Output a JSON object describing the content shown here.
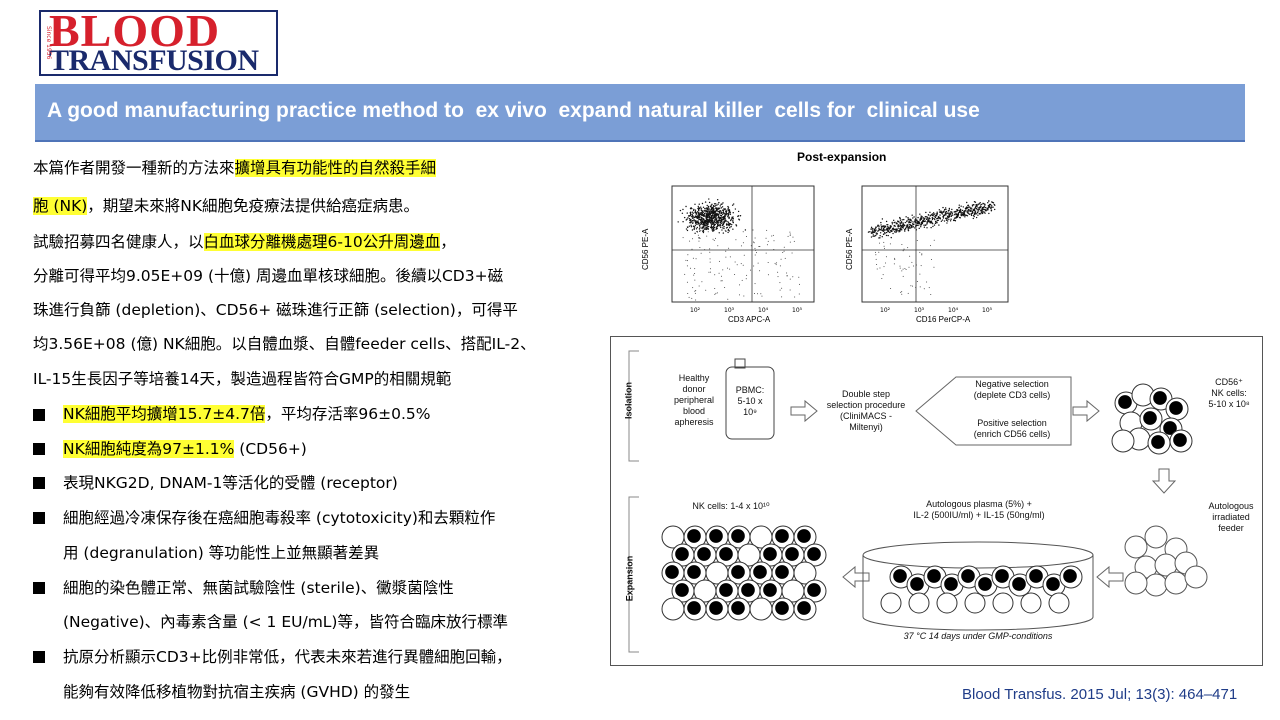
{
  "logo": {
    "line1": "BLOOD",
    "line2": "TRANSFUSION",
    "since": "Since 1956"
  },
  "banner": {
    "title": "A good manufacturing practice method to  ex vivo  expand natural killer  cells for  clinical use"
  },
  "paragraphs": [
    {
      "pre": "      本篇作者開發一種新的方法來",
      "hl": "擴增具有功能性的自然殺手細",
      "post": ""
    },
    {
      "pre": "",
      "hl": "胞 (NK)",
      "post": "，期望未來將NK細胞免疫療法提供給癌症病患。"
    },
    {
      "pre": "      試驗招募四名健康人，以",
      "hl": "白血球分離機處理6-10公升周邊血",
      "post": "，"
    },
    {
      "pre": "分離可得平均9.05E+09 (十億) 周邊血單核球細胞。後續以CD3+磁",
      "hl": "",
      "post": ""
    },
    {
      "pre": "珠進行負篩 (depletion)、CD56+ 磁珠進行正篩 (selection)，可得平",
      "hl": "",
      "post": ""
    },
    {
      "pre": "均3.56E+08 (億) NK細胞。以自體血漿、自體feeder cells、搭配IL-2、",
      "hl": "",
      "post": ""
    },
    {
      "pre": "IL-15生長因子等培養14天，製造過程皆符合GMP的相關規範",
      "hl": "",
      "post": ""
    }
  ],
  "bullets": [
    {
      "hl": "NK細胞平均擴增15.7±4.7倍",
      "post": "，平均存活率96±0.5%"
    },
    {
      "hl": "NK細胞純度為97±1.1%",
      "post": " (CD56+)"
    },
    {
      "hl": "",
      "post": "表現NKG2D, DNAM-1等活化的受體 (receptor)"
    },
    {
      "hl": "",
      "post": "細胞經過冷凍保存後在癌細胞毒殺率 (cytotoxicity)和去顆粒作",
      "cont": "用 (degranulation) 等功能性上並無顯著差異"
    },
    {
      "hl": "",
      "post": "細胞的染色體正常、無菌試驗陰性 (sterile)、黴漿菌陰性",
      "cont": "(Negative)、內毒素含量 (< 1 EU/mL)等，皆符合臨床放行標準"
    },
    {
      "hl": "",
      "post": "抗原分析顯示CD3+比例非常低，代表未來若進行異體細胞回輸，",
      "cont": "能夠有效降低移植物對抗宿主疾病 (GVHD) 的發生"
    }
  ],
  "figure": {
    "title": "Post-expansion",
    "plot1": {
      "ylabel": "CD56 PE-A",
      "xlabel": "CD3 APC-A"
    },
    "plot2": {
      "ylabel": "CD56 PE-A",
      "xlabel": "CD16 PerCP-A"
    },
    "tick_labels": [
      "10²",
      "10³",
      "10⁴",
      "10⁵"
    ]
  },
  "diagram": {
    "isolation": "Isolation",
    "expansion": "Expansion",
    "donor": [
      "Healthy",
      "donor",
      "peripheral",
      "blood",
      "apheresis"
    ],
    "pbmc": [
      "PBMC:",
      "5-10 x",
      "10⁹"
    ],
    "double_step": [
      "Double step",
      "selection procedure",
      "(CliniMACS -",
      "Miltenyi)"
    ],
    "neg_sel": [
      "Negative selection",
      "(deplete CD3 cells)"
    ],
    "pos_sel": [
      "Positive selection",
      "(enrich CD56 cells)"
    ],
    "nk_cells_iso": [
      "CD56⁺",
      "NK cells:",
      "5-10 x 10⁸"
    ],
    "feeder": [
      "Autologous",
      "irradiated",
      "feeder"
    ],
    "plasma": [
      "Autologous plasma (5%) +",
      "IL-2 (500IU/ml) +   IL-15 (50ng/ml)"
    ],
    "nk_cells_exp": "NK cells: 1-4 x 10¹⁰",
    "conditions": "37 °C 14 days under GMP-conditions"
  },
  "citation": "Blood Transfus. 2015 Jul; 13(3): 464–471",
  "colors": {
    "banner": "#7b9ed6",
    "highlight": "#ffff33",
    "logo_red": "#d6202c",
    "logo_blue": "#1a2a6c",
    "citation": "#1f3c88"
  }
}
